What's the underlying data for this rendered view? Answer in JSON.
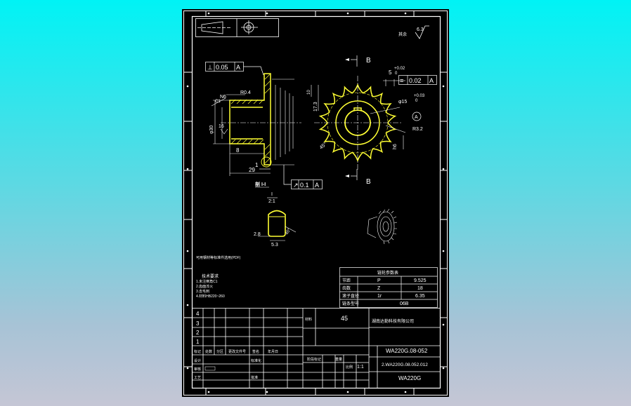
{
  "surface_roughness": "6.3",
  "roughness_prefix": "其余",
  "perp_tol": {
    "symbol": "⊥",
    "value": "0.05",
    "datum": "A"
  },
  "sym_tol": {
    "value": "0.02",
    "datum": "A"
  },
  "runout_tol": {
    "value": "0.1",
    "datum": "A"
  },
  "dims": {
    "n6": "N6",
    "c1": "C1",
    "r04": "R0.4",
    "d30": "φ30",
    "d16": "16",
    "len8": "8",
    "len1": "1",
    "len29": "29",
    "d17_3": "17.3",
    "h10": "10",
    "d15": "φ15",
    "tol03": "+0.03",
    "tol0": "0",
    "r32": "R3.2",
    "h6": "h6",
    "w5": "5",
    "tol02": "+0.02",
    "tol02b": "0",
    "sec_scale": "2:1",
    "k28": "2.8",
    "k53": "5.3",
    "a45": "45°"
  },
  "section_label": "B",
  "view_label": "剖 I-I",
  "datum_label": "A",
  "section_mark": "I",
  "notes_title": "技术要求",
  "notes": [
    "1.未注倒角C1",
    "2.齿面淬火",
    "3.去毛刺",
    "4.材料HB220~260"
  ],
  "left_note": "可用钢材等标准件选用(PDF)",
  "param_table": {
    "title": "链轮参数表",
    "rows": [
      {
        "name": "节距",
        "sym": "P",
        "val": "9.525"
      },
      {
        "name": "齿数",
        "sym": "Z",
        "val": "18"
      },
      {
        "name": "滚子直径",
        "sym": "1r",
        "val": "6.35"
      },
      {
        "name": "链条型号",
        "sym": "",
        "val": "06B"
      }
    ]
  },
  "title_block": {
    "material_label": "材料",
    "material": "45",
    "company": "湖南达勒科技有限公司",
    "drawing_no": "WA220G.08-052",
    "part_no": "2.WA220G.08.052.012",
    "product": "WA220G",
    "scale_label": "比例",
    "scale": "1:1",
    "revision_rows": [
      "4",
      "3",
      "2",
      "1"
    ],
    "header": [
      "标记",
      "处数",
      "分区",
      "更改文件号",
      "签名",
      "年月日"
    ],
    "roles": [
      "设计",
      "审核",
      "工艺"
    ],
    "std_label": "标准化",
    "approve_label": "批准",
    "stage_label": "阶段标记",
    "weight_label": "重量"
  }
}
